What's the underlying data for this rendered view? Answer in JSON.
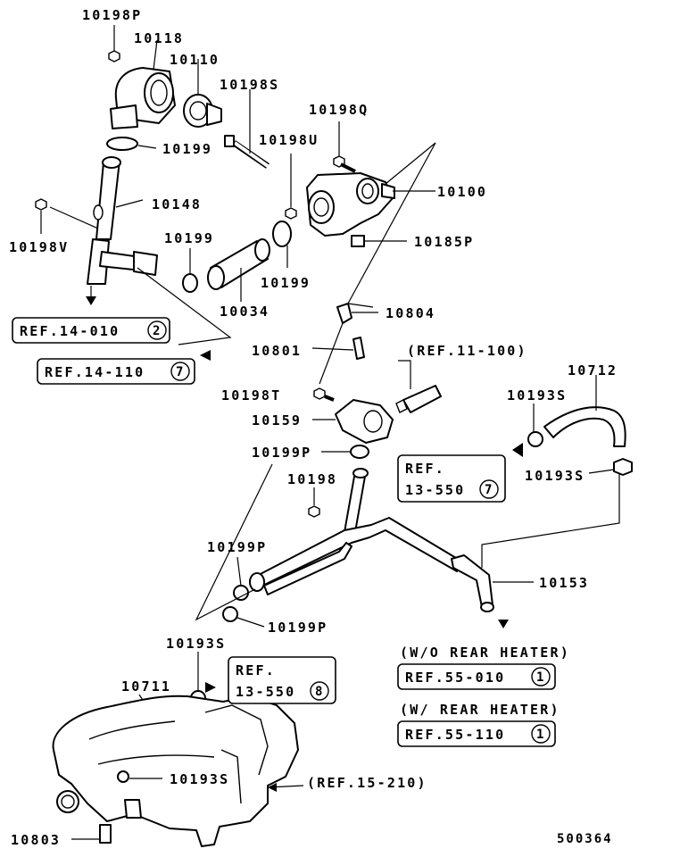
{
  "parts": {
    "p10198P": "10198P",
    "p10118": "10118",
    "p10110": "10110",
    "p10198S": "10198S",
    "p10198Q": "10198Q",
    "p10199_top": "10199",
    "p10198U": "10198U",
    "p10100": "10100",
    "p10148": "10148",
    "p10198V": "10198V",
    "p10199_left": "10199",
    "p10185P": "10185P",
    "p10199_right": "10199",
    "p10034": "10034",
    "p10804": "10804",
    "p10801": "10801",
    "p10712": "10712",
    "p10198T": "10198T",
    "p10193S_a": "10193S",
    "p10159": "10159",
    "p10199P_a": "10199P",
    "p10193S_b": "10193S",
    "p10198": "10198",
    "p10199P_b": "10199P",
    "p10153": "10153",
    "p10199P_c": "10199P",
    "p10193S_c": "10193S",
    "p10711": "10711",
    "p10193S_d": "10193S",
    "p10803": "10803"
  },
  "refs": {
    "r14_010": {
      "text": "REF.14-010",
      "num": "2"
    },
    "r14_110": {
      "text": "REF.14-110",
      "num": "7"
    },
    "r13_550_a": {
      "line1": "REF.",
      "line2": "13-550",
      "num": "7"
    },
    "r13_550_b": {
      "line1": "REF.",
      "line2": "13-550",
      "num": "8"
    },
    "r55_010": {
      "text": "REF.55-010",
      "num": "1"
    },
    "r55_110": {
      "text": "REF.55-110",
      "num": "1"
    }
  },
  "notes": {
    "ref11_100": "(REF.11-100)",
    "wo_rear_heater": "(W/O REAR HEATER)",
    "w_rear_heater": "(W/ REAR HEATER)",
    "ref15_210": "(REF.15-210)"
  },
  "diagram_id": "500364"
}
